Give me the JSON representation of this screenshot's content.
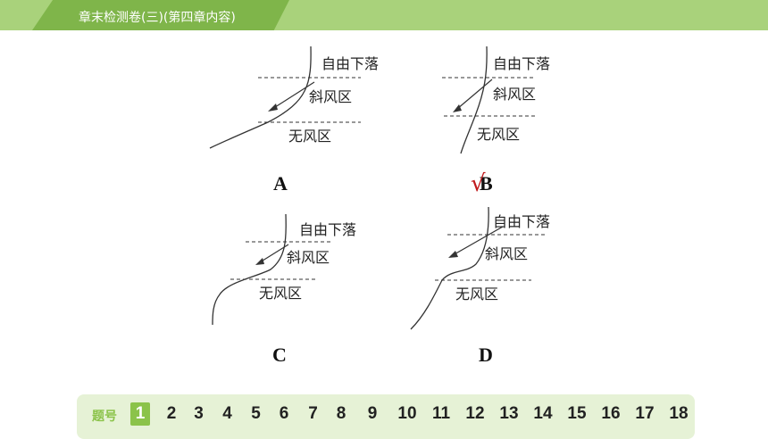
{
  "header": {
    "title": "章末检测卷(三)(第四章内容)"
  },
  "figure": {
    "zone_labels": {
      "free_fall": "自由下落",
      "slant_wind": "斜风区",
      "no_wind": "无风区"
    },
    "options": [
      "A",
      "B",
      "C",
      "D"
    ],
    "correct_mark": "√"
  },
  "question_nav": {
    "label": "题号",
    "active": "1",
    "numbers": [
      "1",
      "2",
      "3",
      "4",
      "5",
      "6",
      "7",
      "8",
      "9",
      "10",
      "11",
      "12",
      "13",
      "14",
      "15",
      "16",
      "17",
      "18"
    ]
  },
  "colors": {
    "header_bar": "#a9d27b",
    "header_tab": "#7fb54a",
    "accent": "#8bc34a",
    "check": "#c0181b"
  }
}
